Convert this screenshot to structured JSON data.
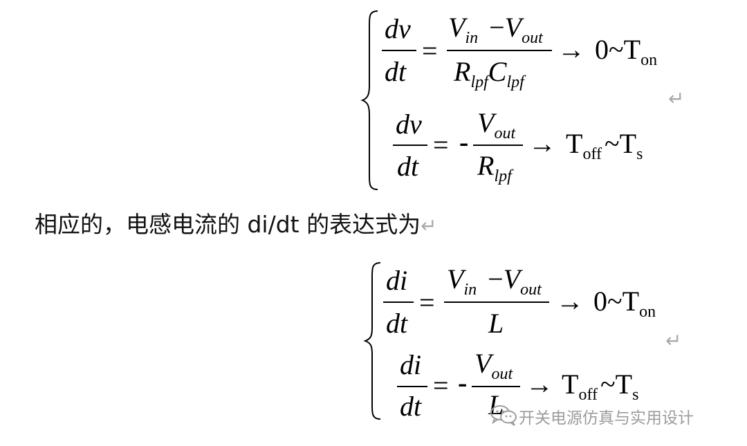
{
  "eq1": {
    "top": {
      "lhs_num": "dv",
      "lhs_den": "dt",
      "rhs_num_a": "V",
      "rhs_num_a_sub": "in",
      "rhs_num_b": "V",
      "rhs_num_b_sub": "out",
      "rhs_den_a": "R",
      "rhs_den_a_sub": "lpf",
      "rhs_den_b": "C",
      "rhs_den_b_sub": "lpf",
      "range_start": "0",
      "range_end": "T",
      "range_end_sub": "on"
    },
    "bottom": {
      "lhs_num": "dv",
      "lhs_den": "dt",
      "sign": "-",
      "rhs_num": "V",
      "rhs_num_sub": "out",
      "rhs_den": "R",
      "rhs_den_sub": "lpf",
      "range_start": "T",
      "range_start_sub": "off",
      "range_end": "T",
      "range_end_sub": "s"
    }
  },
  "sentence": "相应的，电感电流的 di/dt 的表达式为",
  "eq2": {
    "top": {
      "lhs_num": "di",
      "lhs_den": "dt",
      "rhs_num_a": "V",
      "rhs_num_a_sub": "in",
      "rhs_num_b": "V",
      "rhs_num_b_sub": "out",
      "rhs_den": "L",
      "range_start": "0",
      "range_end": "T",
      "range_end_sub": "on"
    },
    "bottom": {
      "lhs_num": "di",
      "lhs_den": "dt",
      "sign": "-",
      "rhs_num": "V",
      "rhs_num_sub": "out",
      "rhs_den": "L",
      "range_start": "T",
      "range_start_sub": "off",
      "range_end": "T",
      "range_end_sub": "s"
    }
  },
  "symbols": {
    "equals": "=",
    "minus": "−",
    "arrow": "→",
    "tilde": "~",
    "return_mark": "↵"
  },
  "watermark": {
    "text": "开关电源仿真与实用设计",
    "icon": "wechat-icon"
  }
}
